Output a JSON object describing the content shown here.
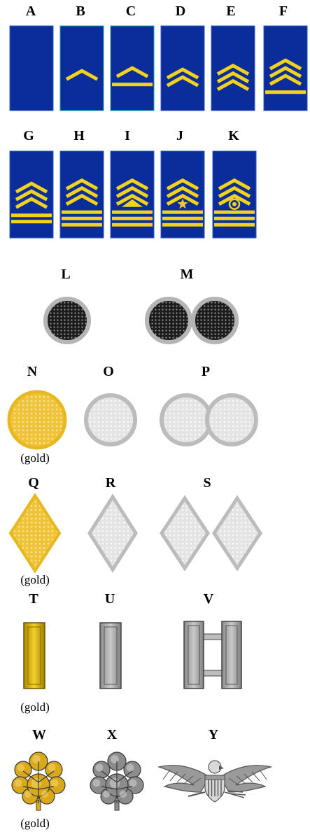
{
  "colors": {
    "navy": "#0b2d9c",
    "stripe": "#f2d21b",
    "gold": "#f0c43a",
    "silver": "#c8c8c8",
    "dark_disc": "#2a2a2a"
  },
  "rows": {
    "enlisted_1": [
      {
        "key": "A",
        "label": "A",
        "chevrons": 0,
        "rockers": 0,
        "device": ""
      },
      {
        "key": "B",
        "label": "B",
        "chevrons": 1,
        "rockers": 0,
        "device": ""
      },
      {
        "key": "C",
        "label": "C",
        "chevrons": 1,
        "rockers": 1,
        "device": ""
      },
      {
        "key": "D",
        "label": "D",
        "chevrons": 2,
        "rockers": 0,
        "device": ""
      },
      {
        "key": "E",
        "label": "E",
        "chevrons": 3,
        "rockers": 0,
        "device": ""
      },
      {
        "key": "F",
        "label": "F",
        "chevrons": 3,
        "rockers": 1,
        "device": ""
      }
    ],
    "enlisted_2": [
      {
        "key": "G",
        "label": "G",
        "chevrons": 3,
        "rockers": 2,
        "device": ""
      },
      {
        "key": "H",
        "label": "H",
        "chevrons": 3,
        "rockers": 3,
        "device": ""
      },
      {
        "key": "I",
        "label": "I",
        "chevrons": 3,
        "rockers": 3,
        "device": "triangle"
      },
      {
        "key": "J",
        "label": "J",
        "chevrons": 3,
        "rockers": 3,
        "device": "star"
      },
      {
        "key": "K",
        "label": "K",
        "chevrons": 3,
        "rockers": 3,
        "device": "wreath"
      }
    ],
    "dark_discs": [
      {
        "key": "L",
        "label": "L",
        "count": 1
      },
      {
        "key": "M",
        "label": "M",
        "count": 2
      }
    ],
    "discs": [
      {
        "key": "N",
        "label": "N",
        "count": 1,
        "metal": "gold",
        "note": "(gold)"
      },
      {
        "key": "O",
        "label": "O",
        "count": 1,
        "metal": "silver",
        "note": ""
      },
      {
        "key": "P",
        "label": "P",
        "count": 2,
        "metal": "silver",
        "note": ""
      }
    ],
    "diamonds": [
      {
        "key": "Q",
        "label": "Q",
        "count": 1,
        "metal": "gold",
        "note": "(gold)"
      },
      {
        "key": "R",
        "label": "R",
        "count": 1,
        "metal": "silver",
        "note": ""
      },
      {
        "key": "S",
        "label": "S",
        "count": 2,
        "metal": "silver",
        "note": ""
      }
    ],
    "bars": [
      {
        "key": "T",
        "label": "T",
        "count": 1,
        "metal": "gold",
        "note": "(gold)"
      },
      {
        "key": "U",
        "label": "U",
        "count": 1,
        "metal": "silver",
        "note": ""
      },
      {
        "key": "V",
        "label": "V",
        "count": 2,
        "metal": "silver",
        "note": ""
      }
    ],
    "field": [
      {
        "key": "W",
        "label": "W",
        "device": "oak-leaf",
        "metal": "gold",
        "note": "(gold)"
      },
      {
        "key": "X",
        "label": "X",
        "device": "oak-leaf",
        "metal": "silver",
        "note": ""
      },
      {
        "key": "Y",
        "label": "Y",
        "device": "eagle",
        "metal": "silver",
        "note": ""
      }
    ]
  }
}
